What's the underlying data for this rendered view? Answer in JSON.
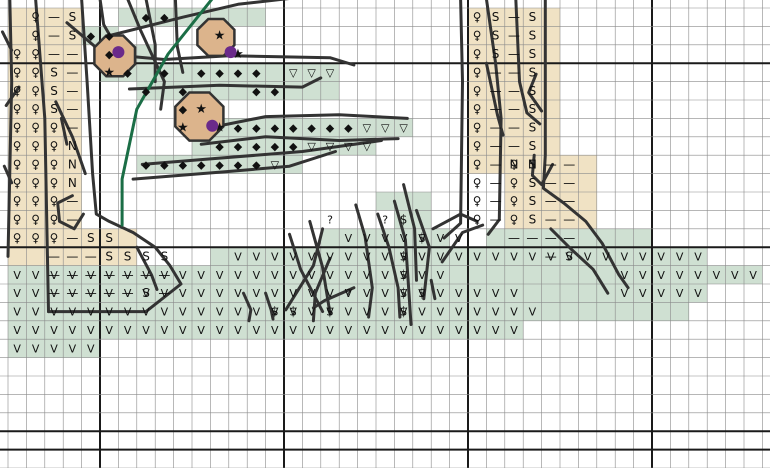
{
  "pattern": {
    "grid_cols": 42,
    "grid_rows": 26,
    "bold_every": 10,
    "colors": {
      "background": "#ffffff",
      "grid_line": "#8a8a8a",
      "grid_bold": "#1a1a1a",
      "cell_cream": "#f0e2c4",
      "cell_green": "#cfe0d2",
      "cell_tan": "#dcb48c",
      "backstitch": "#333333",
      "stem_green": "#1b6e46",
      "berry_purple": "#6a2a8a"
    },
    "symbols": {
      "female": "♀",
      "dash": "—",
      "s": "S",
      "n": "N",
      "v": "V",
      "dollar": "$",
      "question": "?",
      "diamond": "◆",
      "triangle_down": "▽",
      "star": "★"
    }
  }
}
